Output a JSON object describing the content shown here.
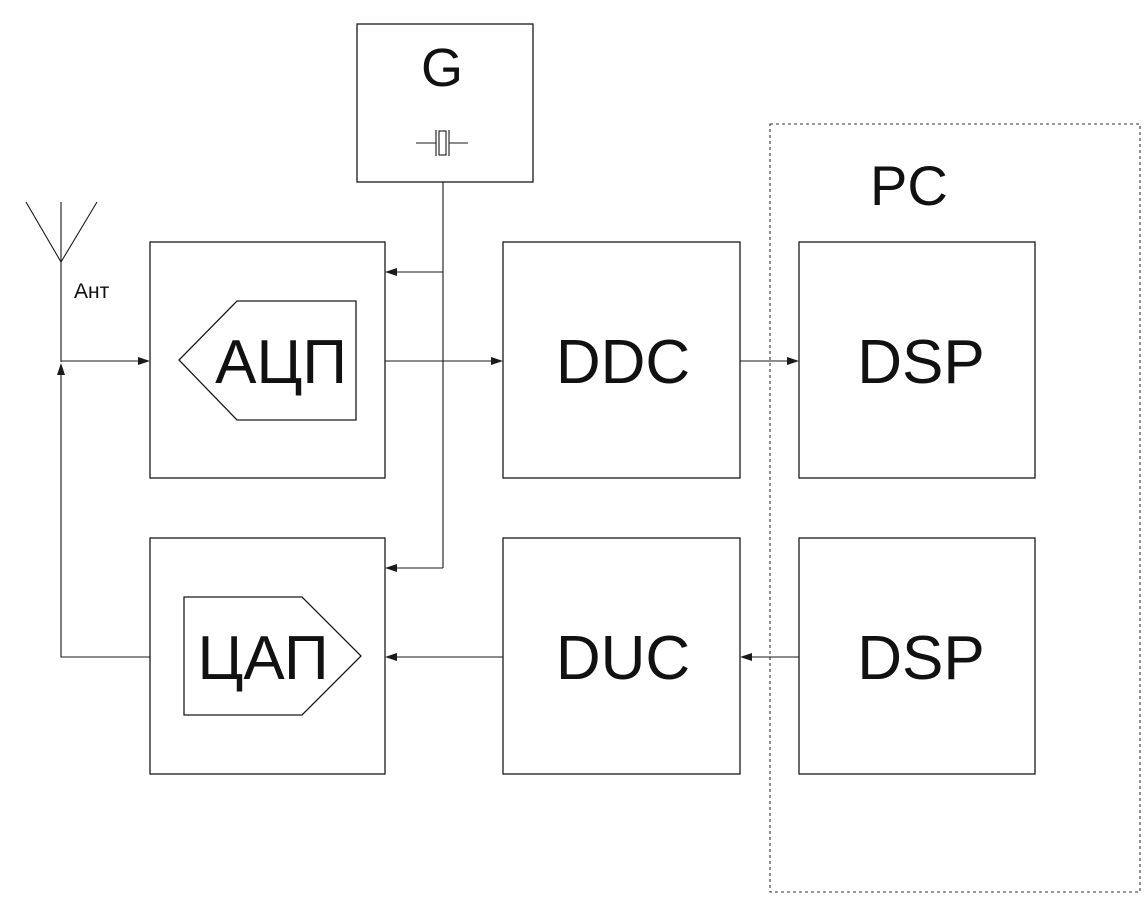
{
  "diagram": {
    "generator": {
      "label": "G",
      "symbol": "crystal-icon"
    },
    "pc": {
      "label": "PC"
    },
    "antenna": {
      "label": "Ант",
      "symbol": "antenna-icon"
    },
    "adc": {
      "label": "АЦП"
    },
    "dac": {
      "label": "ЦАП"
    },
    "ddc": {
      "label": "DDC"
    },
    "duc": {
      "label": "DUC"
    },
    "dsp_rx": {
      "label": "DSP"
    },
    "dsp_tx": {
      "label": "DSP"
    },
    "colors": {
      "line": "#1a1a1a",
      "background": "#ffffff"
    }
  }
}
